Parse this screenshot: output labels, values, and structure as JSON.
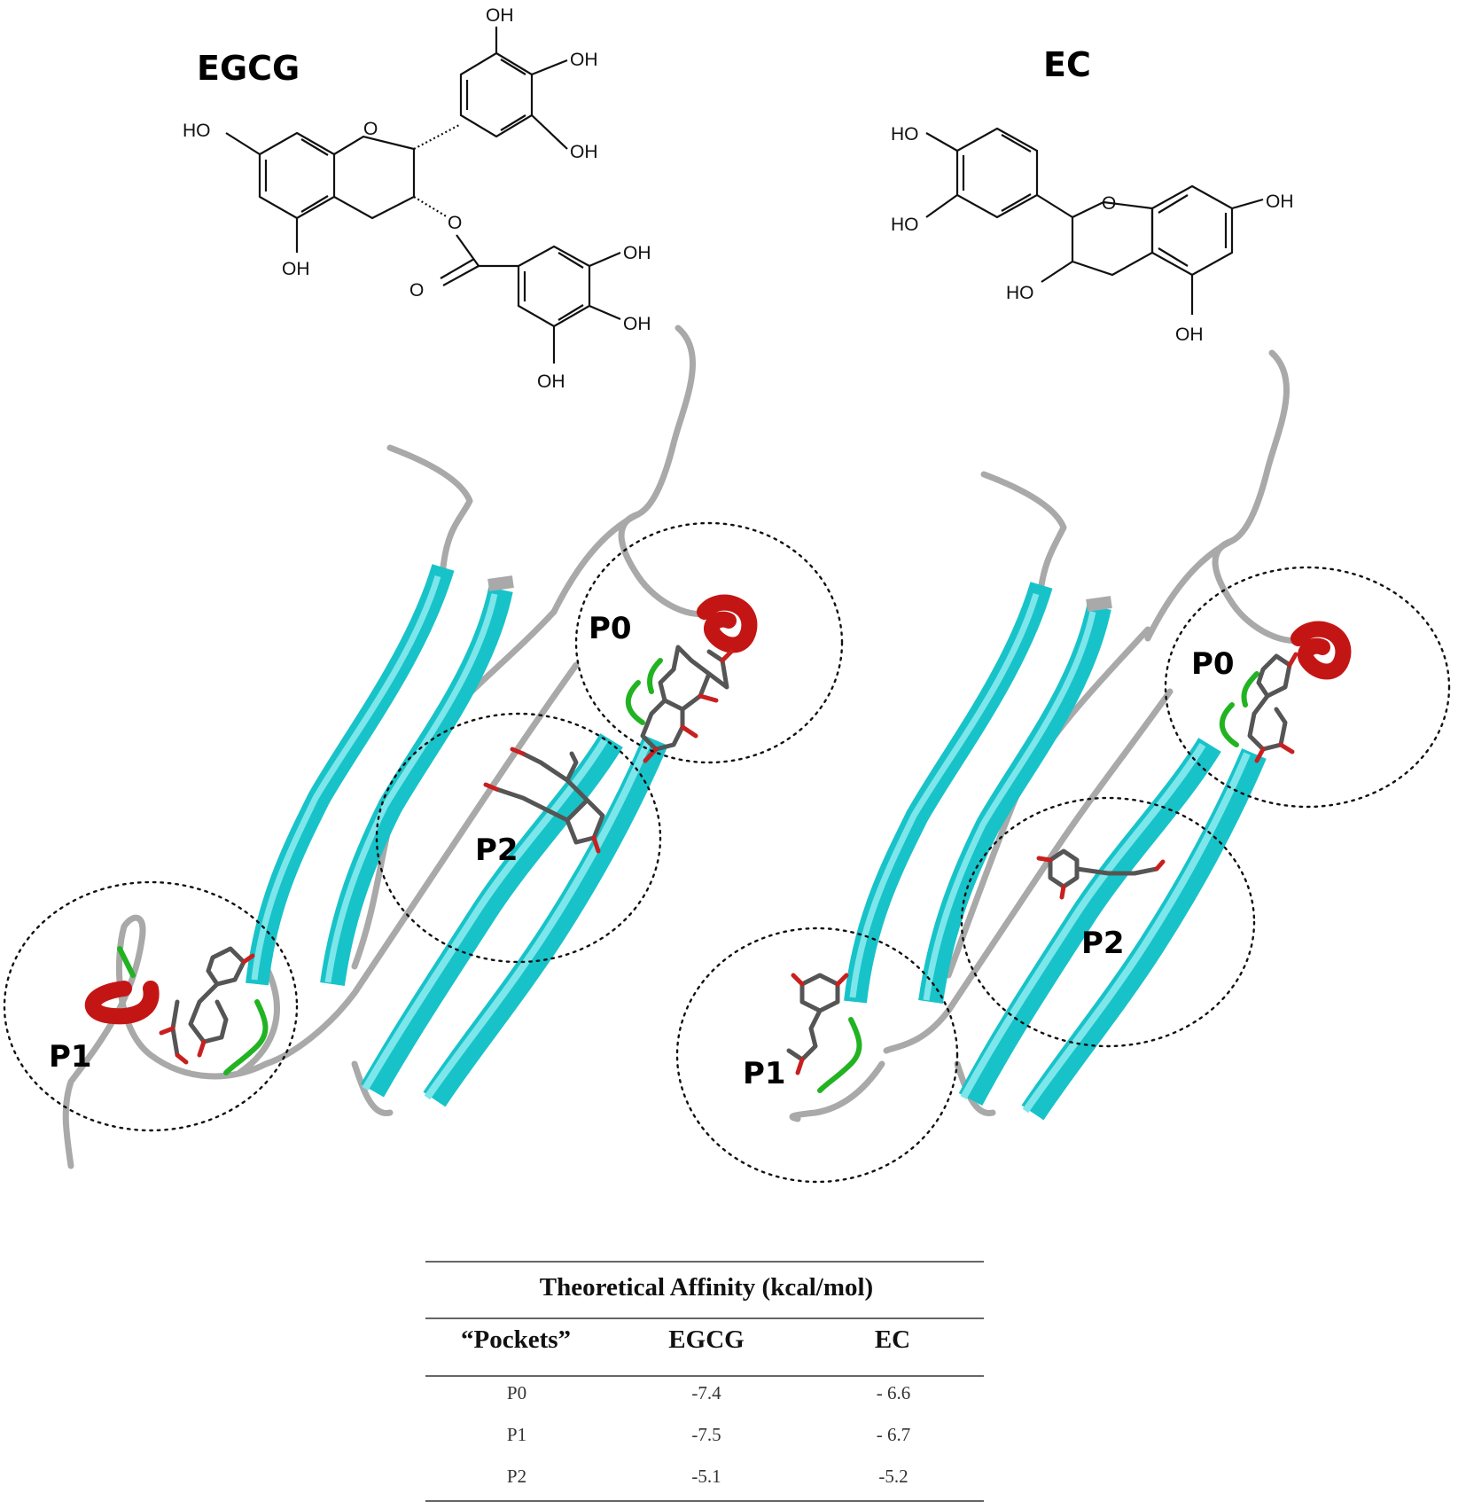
{
  "molecules": {
    "egcg": {
      "name": "EGCG",
      "atoms": {
        "oh": "OH",
        "ho": "HO",
        "o": "O"
      }
    },
    "ec": {
      "name": "EC",
      "atoms": {
        "oh": "OH",
        "ho": "HO",
        "o": "O"
      }
    }
  },
  "pockets": {
    "egcg": {
      "p0": "P0",
      "p1": "P1",
      "p2": "P2"
    },
    "ec": {
      "p0": "P0",
      "p1": "P1",
      "p2": "P2"
    }
  },
  "colors": {
    "beta_strand": "#17c3c9",
    "helix": "#c41515",
    "coil": "#a9a9a9",
    "turn": "#22b322",
    "ligand_carbon": "#555555",
    "ligand_oxygen": "#c82020"
  },
  "table": {
    "title": "Theoretical Affinity (kcal/mol)",
    "headers": [
      "“Pockets”",
      "EGCG",
      "EC"
    ],
    "rows": [
      [
        "P0",
        "-7.4",
        "- 6.6"
      ],
      [
        "P1",
        "-7.5",
        "- 6.7"
      ],
      [
        "P2",
        "-5.1",
        "-5.2"
      ]
    ]
  }
}
